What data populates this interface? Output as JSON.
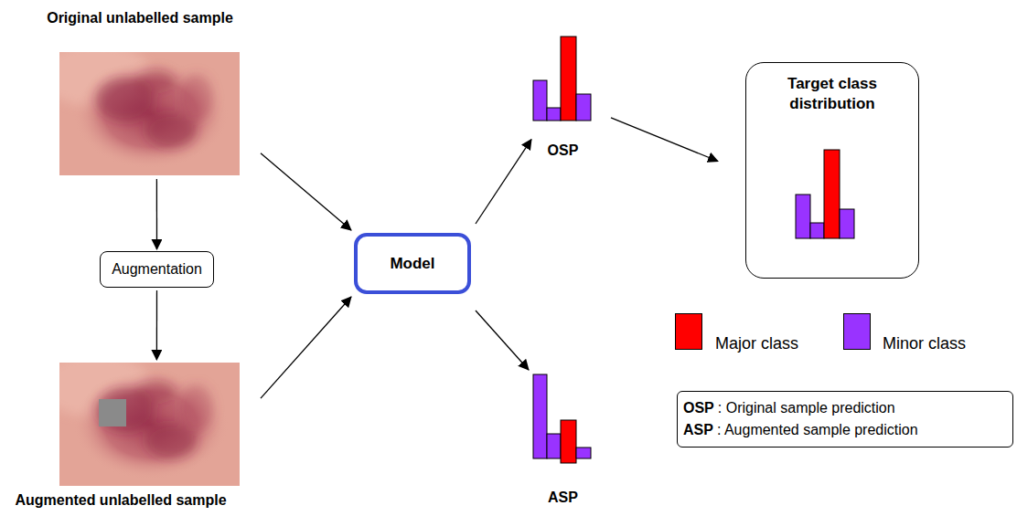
{
  "diagram": {
    "nodes": [
      {
        "text": [
          "Original unlabelled sample"
        ]
      },
      {
        "text": [
          "Augmentation"
        ]
      },
      {
        "text": [
          "Augmented unlabelled sample"
        ]
      },
      {
        "text": [
          "Model"
        ]
      },
      {
        "text": [
          "OSP"
        ]
      },
      {
        "text": [
          "ASP"
        ]
      },
      {
        "text": [
          "Target class distribution"
        ]
      },
      {
        "text": [
          "OSP",
          ": Original sample prediction",
          "ASP",
          ": Augmented sample prediction"
        ]
      }
    ],
    "edges": [
      {
        "from": 0,
        "to": 1,
        "arrow": "to"
      },
      {
        "from": 1,
        "to": 2,
        "arrow": "to"
      },
      {
        "from": 0,
        "to": 3,
        "arrow": "to"
      },
      {
        "from": 2,
        "to": 3,
        "arrow": "to"
      },
      {
        "from": 3,
        "to": 4,
        "arrow": "to"
      },
      {
        "from": 3,
        "to": 5,
        "arrow": "to"
      },
      {
        "from": 4,
        "to": 6,
        "arrow": "to"
      }
    ],
    "legend": [
      {
        "text": "Major class",
        "color": "#ff0000"
      },
      {
        "text": "Minor class",
        "color": "#9933ff"
      }
    ]
  }
}
